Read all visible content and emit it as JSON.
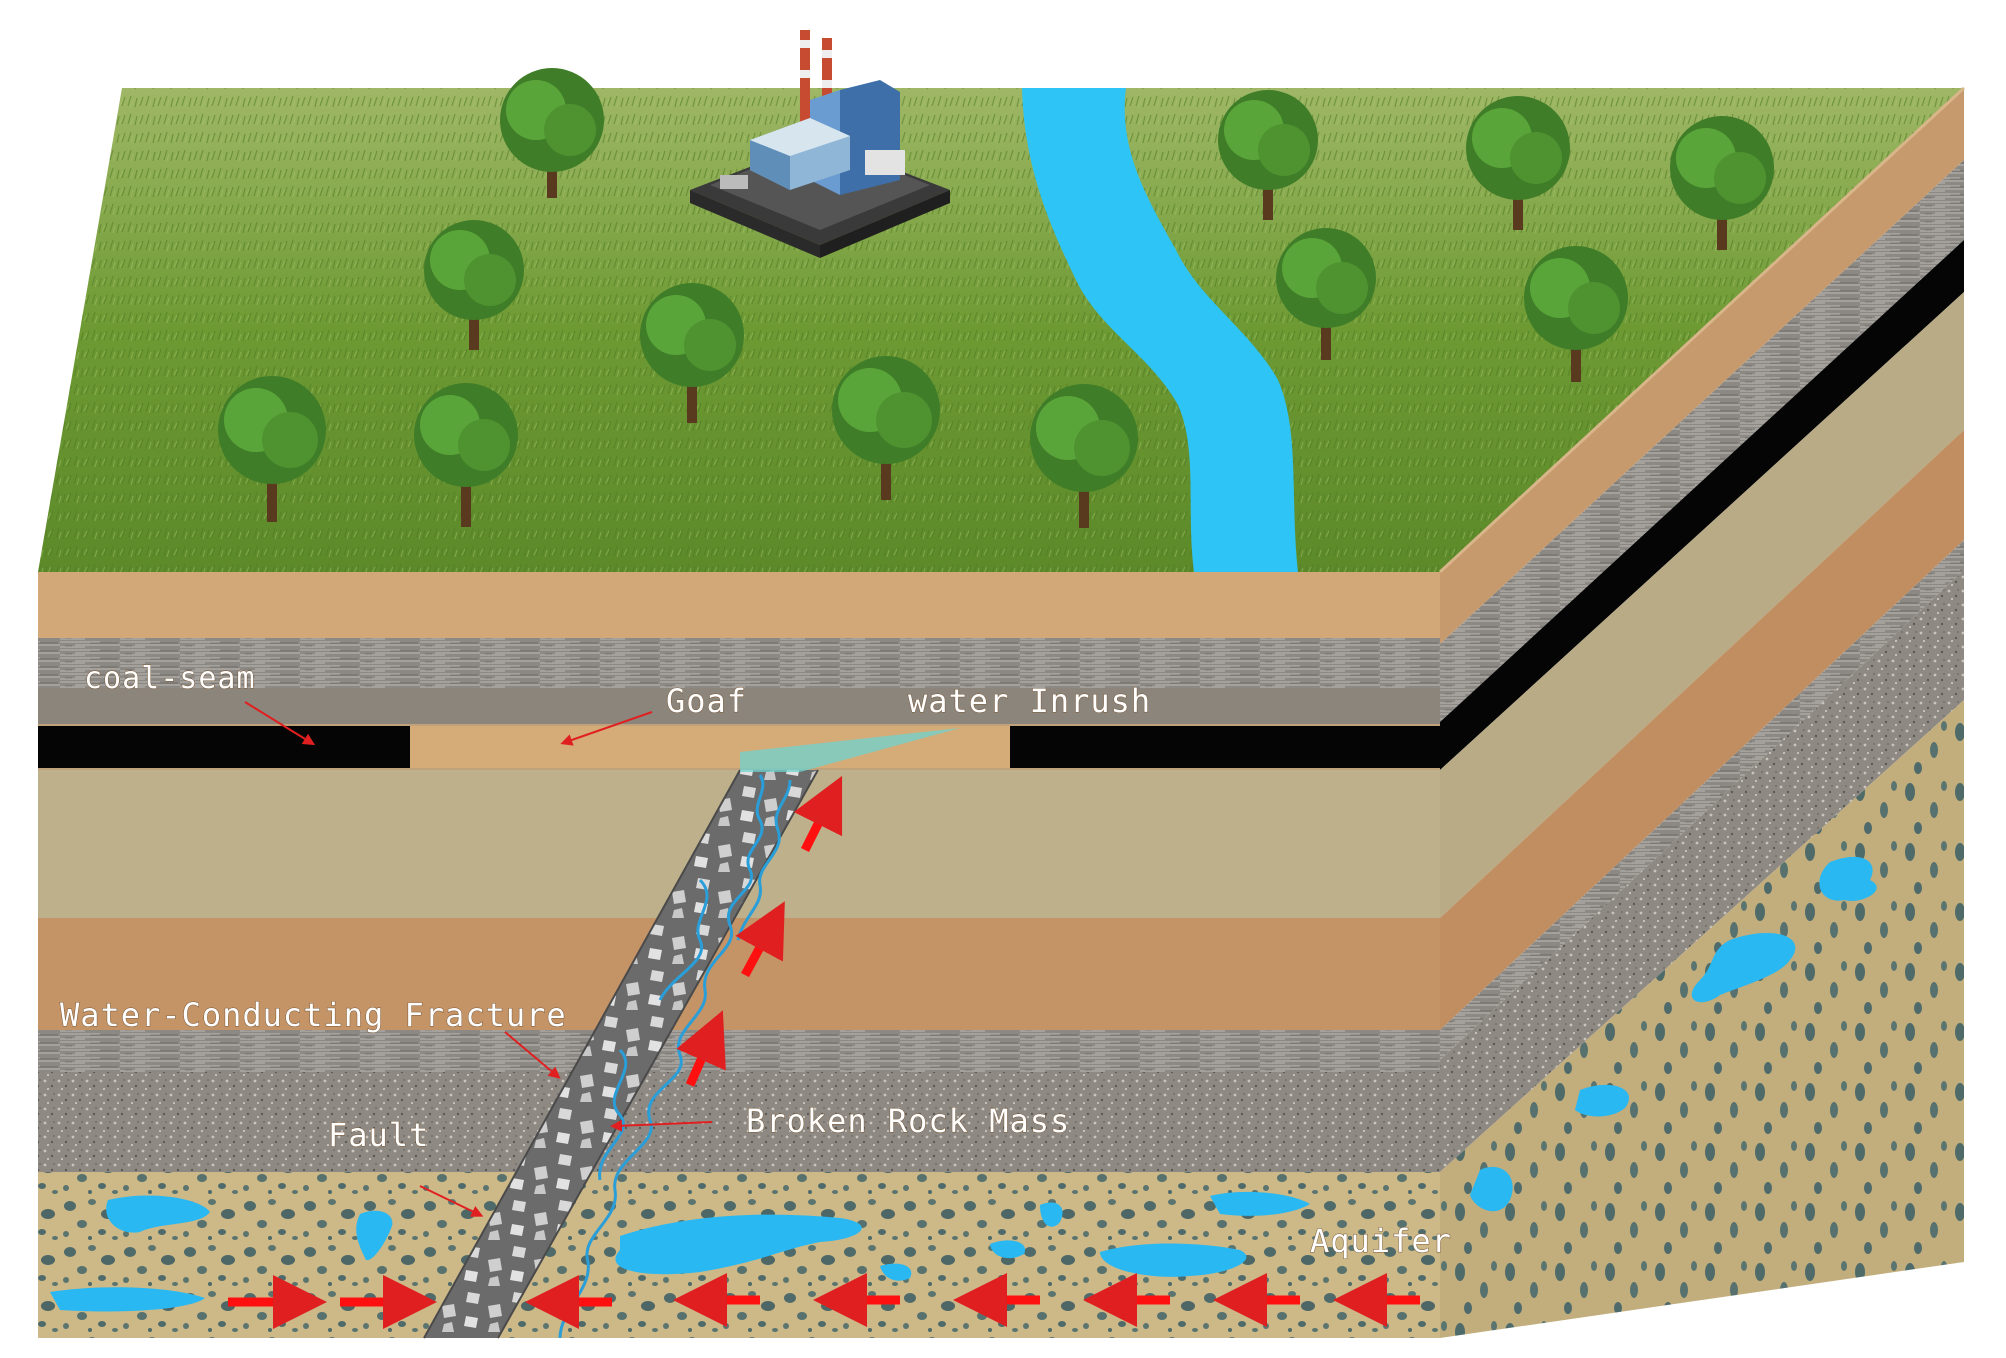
{
  "labels": {
    "coal_seam": "coal-seam",
    "goaf": "Goaf",
    "water_inrush": "water Inrush",
    "water_conducting_fracture": "Water-Conducting Fracture",
    "broken_rock_mass": "Broken Rock Mass",
    "fault": "Fault",
    "aquifer": "Aquifer"
  },
  "colors": {
    "grass": "#6f9a34",
    "river": "#2ec4f5",
    "soil": "#d2a878",
    "gray_layer": "#8e8b86",
    "coal": "#050505",
    "goaf": "#d5ac78",
    "olive_layer": "#bdb08b",
    "brown_layer": "#c49366",
    "gravel_layer": "#8f8a82",
    "aquifer_base": "#cbb585",
    "water": "#29b8f2",
    "arrow": "#ff1010",
    "fault": "#6a6a6a"
  },
  "icons": {
    "tree": "tree-icon",
    "factory": "factory-icon"
  }
}
